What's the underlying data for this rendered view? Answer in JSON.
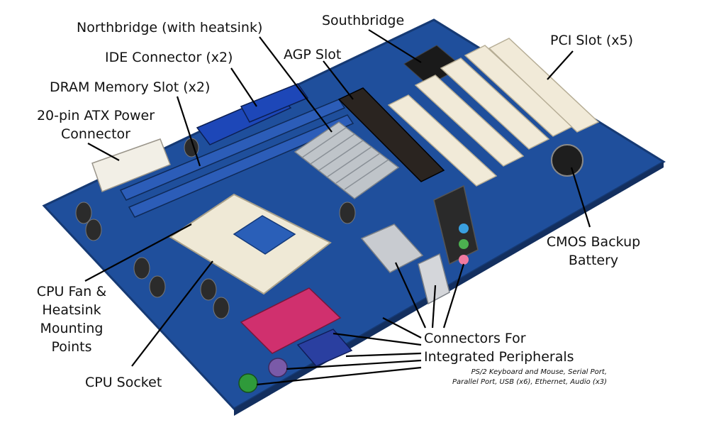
{
  "labels": {
    "northbridge": "Northbridge (with heatsink)",
    "southbridge": "Southbridge",
    "ide": "IDE Connector (x2)",
    "agp": "AGP Slot",
    "pci": "PCI Slot (x5)",
    "dram": "DRAM Memory Slot (x2)",
    "atx_line1": "20-pin ATX Power",
    "atx_line2": "Connector",
    "cmos_line1": "CMOS Backup",
    "cmos_line2": "Battery",
    "cpu_fan_line1": "CPU Fan &",
    "cpu_fan_line2": "Heatsink",
    "cpu_fan_line3": "Mounting",
    "cpu_fan_line4": "Points",
    "cpu_socket": "CPU Socket",
    "connectors_line1": "Connectors For",
    "connectors_line2": "Integrated Peripherals",
    "peripherals_note_line1": "PS/2 Keyboard and Mouse, Serial Port,",
    "peripherals_note_line2": "Parallel Port, USB (x6), Ethernet, Audio (x3)"
  },
  "board_color": "#1f4f9c",
  "slot_color": "#f1ead8",
  "agp_color": "#2a2420",
  "heatsink_color": "#bfc4c9",
  "ps2_colors": [
    "#2f9a3a",
    "#7a5aa8"
  ],
  "parallel_color": "#d0306e",
  "serial_color": "#2a3fa0"
}
